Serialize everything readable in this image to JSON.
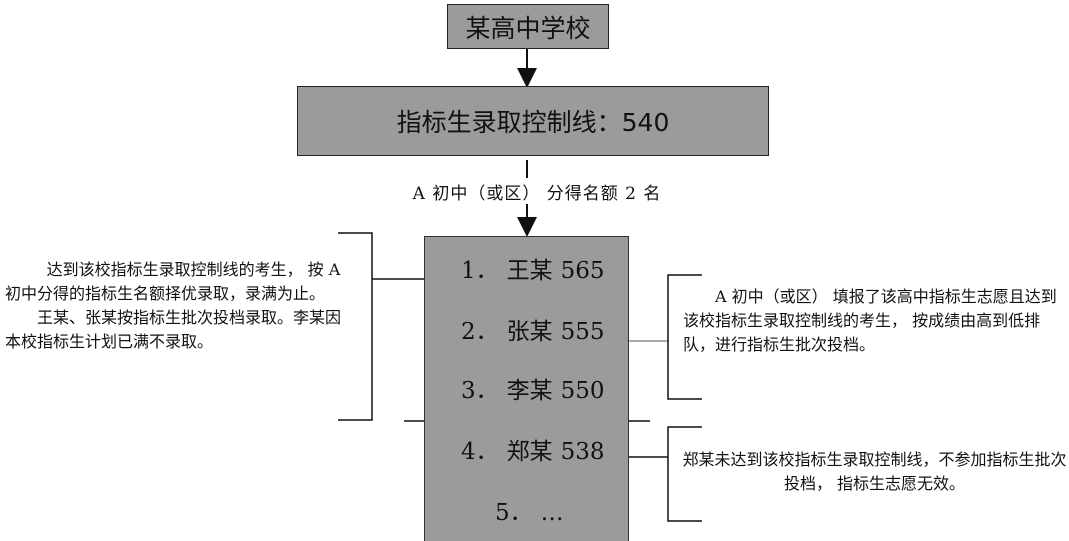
{
  "school": "某高中学校",
  "control_line": "指标生录取控制线：540",
  "quota": "A 初中（或区） 分得名额 2 名",
  "candidates": [
    {
      "rank": "1．",
      "name": "王某",
      "score": "565"
    },
    {
      "rank": "2．",
      "name": "张某",
      "score": "555"
    },
    {
      "rank": "3．",
      "name": "李某",
      "score": "550"
    },
    {
      "rank": "4．",
      "name": "郑某",
      "score": "538"
    },
    {
      "rank": "5．",
      "name": "…",
      "score": ""
    }
  ],
  "left_note": {
    "line1": "达到该校指标生录取控制线的考生， 按 A 初中分得的指标生名额择优录取，录满为止。",
    "line2": "王某、张某按指标生批次投档录取。李某因本校指标生计划已满不录取。"
  },
  "right_note_top": "A 初中（或区） 填报了该高中指标生志愿且达到该校指标生录取控制线的考生， 按成绩由高到低排队，进行指标生批次投档。",
  "right_note_bottom": "郑某未达到该校指标生录取控制线，不参加指标生批次投档， 指标生志愿无效。"
}
